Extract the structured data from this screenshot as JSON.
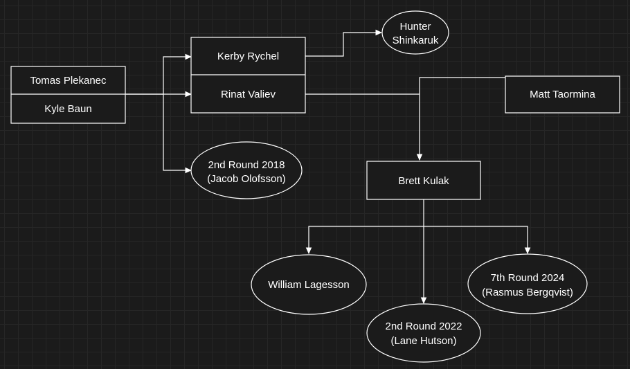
{
  "nodes": {
    "tomas": "Tomas Plekanec",
    "kyle": "Kyle Baun",
    "kerby": "Kerby Rychel",
    "rinat": "Rinat Valiev",
    "hunter": [
      "Hunter",
      "Shinkaruk"
    ],
    "round2018": [
      "2nd Round 2018",
      "(Jacob Olofsson)"
    ],
    "matt": "Matt Taormina",
    "brett": "Brett Kulak",
    "william": "William Lagesson",
    "round2022": [
      "2nd Round 2022",
      "(Lane Hutson)"
    ],
    "round2024": [
      "7th Round 2024",
      "(Rasmus Bergqvist)"
    ]
  }
}
